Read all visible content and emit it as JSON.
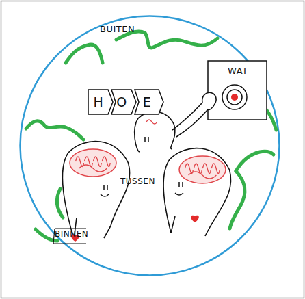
{
  "diagram": {
    "nodes": [
      {
        "text": [
          "BUITEN"
        ]
      },
      {
        "text": [
          "H"
        ],
        "in": 0
      },
      {
        "text": [
          "O"
        ],
        "in": 0
      },
      {
        "text": [
          "E"
        ],
        "in": 0
      },
      {
        "text": [
          "WAT"
        ],
        "in": 0
      }
    ],
    "labels": [
      "TUSSEN",
      "BINNEN"
    ]
  }
}
